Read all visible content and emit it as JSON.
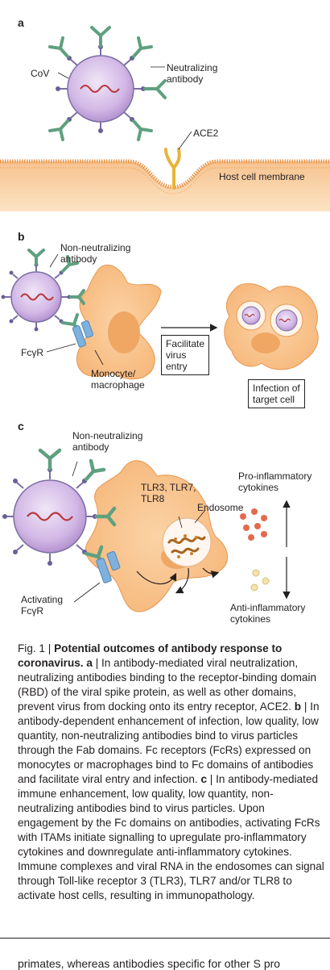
{
  "panels": {
    "a": {
      "label": "a",
      "cov": "CoV",
      "neutralizing_antibody": "Neutralizing\nantibody",
      "ace2": "ACE2",
      "membrane": "Host cell membrane"
    },
    "b": {
      "label": "b",
      "non_neutralizing": "Non-neutralizing\nantibody",
      "fcgr": "FcγR",
      "monocyte": "Monocyte/\nmacrophage",
      "facilitate": "Facilitate\nvirus\nentry",
      "infection": "Infection of\ntarget cell"
    },
    "c": {
      "label": "c",
      "non_neutralizing": "Non-neutralizing\nantibody",
      "tlr": "TLR3, TLR7,\nTLR8",
      "endosome": "Endosome",
      "pro": "Pro-inflammatory\ncytokines",
      "anti": "Anti-inflammatory\ncytokines",
      "activating": "Activating\nFcγR"
    }
  },
  "caption": {
    "fig_label": "Fig. 1 | ",
    "title": "Potential outcomes of antibody response to coronavirus.",
    "a_marker": "a",
    "a_text": "In antibody-mediated viral neutralization, neutralizing antibodies binding to the receptor-binding domain (RBD) of the viral spike protein, as well as other domains, prevent virus from docking onto its entry receptor, ACE2.",
    "b_marker": "b",
    "b_text": "In antibody-dependent enhancement of infection, low quality, low quantity, non-neutralizing antibodies bind to virus particles through the Fab domains. Fc receptors (FcRs) expressed on monocytes or macrophages bind to Fc domains of antibodies and facilitate viral entry and infection.",
    "c_marker": "c",
    "c_text": "In antibody-mediated immune enhancement, low quality, low quantity, non-neutralizing antibodies bind to virus particles. Upon engagement by the Fc domains on antibodies, activating FcRs with ITAMs initiate signalling to upregulate pro-inflammatory cytokines and downregulate anti-inflammatory cytokines. Immune complexes and viral RNA in the endosomes can signal through Toll-like receptor 3 (TLR3), TLR7 and/or TLR8 to activate host cells, resulting in immunopathology."
  },
  "body_text_cut": "primates, whereas antibodies specific for other S pro"
}
